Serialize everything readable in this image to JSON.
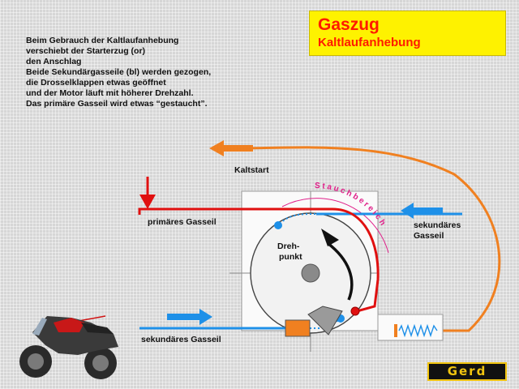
{
  "title": {
    "main": "Gaszug",
    "sub": "Kaltlaufanhebung"
  },
  "description": [
    "Beim Gebrauch der Kaltlaufanhebung",
    "verschiebt der Starterzug (or)",
    "den Anschlag",
    "Beide Sekundärgasseile (bl) werden gezogen,",
    "die Drosselklappen etwas geöffnet",
    "und der Motor läuft mit höherer Drehzahl.",
    "Das primäre Gasseil wird etwas “gestaucht”."
  ],
  "labels": {
    "kaltstart": "Kaltstart",
    "primaer": "primäres Gasseil",
    "sekundaer_right_1": "sekundäres",
    "sekundaer_right_2": "Gasseil",
    "sekundaer_bottom": "sekundäres Gasseil",
    "dreh_1": "Dreh-",
    "dreh_2": "punkt",
    "stauch": "Stauchbereich"
  },
  "logo": "Gerd",
  "colors": {
    "primary_cable": "#e01010",
    "secondary_cable": "#1e90e8",
    "starter_cable": "#f08020",
    "stauch_text": "#e0208a",
    "title_bg": "#fef200"
  }
}
